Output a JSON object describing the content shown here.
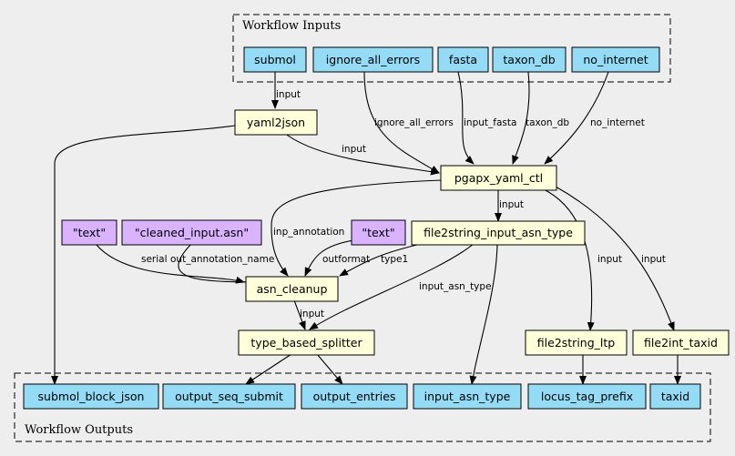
{
  "clusters": {
    "inputs_label": "Workflow Inputs",
    "outputs_label": "Workflow Outputs"
  },
  "nodes": {
    "submol": "submol",
    "ignore_all_errors": "ignore_all_errors",
    "fasta": "fasta",
    "taxon_db": "taxon_db",
    "no_internet": "no_internet",
    "yaml2json": "yaml2json",
    "pgapx_yaml_ctl": "pgapx_yaml_ctl",
    "text1": "\"text\"",
    "cleaned_input": "\"cleaned_input.asn\"",
    "text2": "\"text\"",
    "file2string_input_asn_type": "file2string_input_asn_type",
    "asn_cleanup": "asn_cleanup",
    "type_based_splitter": "type_based_splitter",
    "file2string_ltp": "file2string_ltp",
    "file2int_taxid": "file2int_taxid",
    "submol_block_json": "submol_block_json",
    "output_seq_submit": "output_seq_submit",
    "output_entries": "output_entries",
    "input_asn_type": "input_asn_type",
    "locus_tag_prefix": "locus_tag_prefix",
    "taxid": "taxid"
  },
  "edge_labels": {
    "submol_yaml2json": "input",
    "ignore_pgapx": "ignore_all_errors",
    "fasta_pgapx": "input_fasta",
    "taxon_pgapx": "taxon_db",
    "nointernet_pgapx": "no_internet",
    "yaml2json_pgapx": "input",
    "pgapx_f2s": "input",
    "pgapx_asn": "inp_annotation",
    "pgapx_ltp": "input",
    "pgapx_taxid": "input",
    "text1_asn": "serial",
    "cleaned_asn": "out_annotation_name",
    "text2_asn": "outformat",
    "f2s_asn": "type1",
    "f2s_splitter": "input_asn_type",
    "asn_splitter": "input"
  },
  "colors": {
    "io_fill": "#94dcf5",
    "step_fill": "#ffffd9",
    "const_fill": "#d9b3ff",
    "background": "#eeeeee"
  }
}
